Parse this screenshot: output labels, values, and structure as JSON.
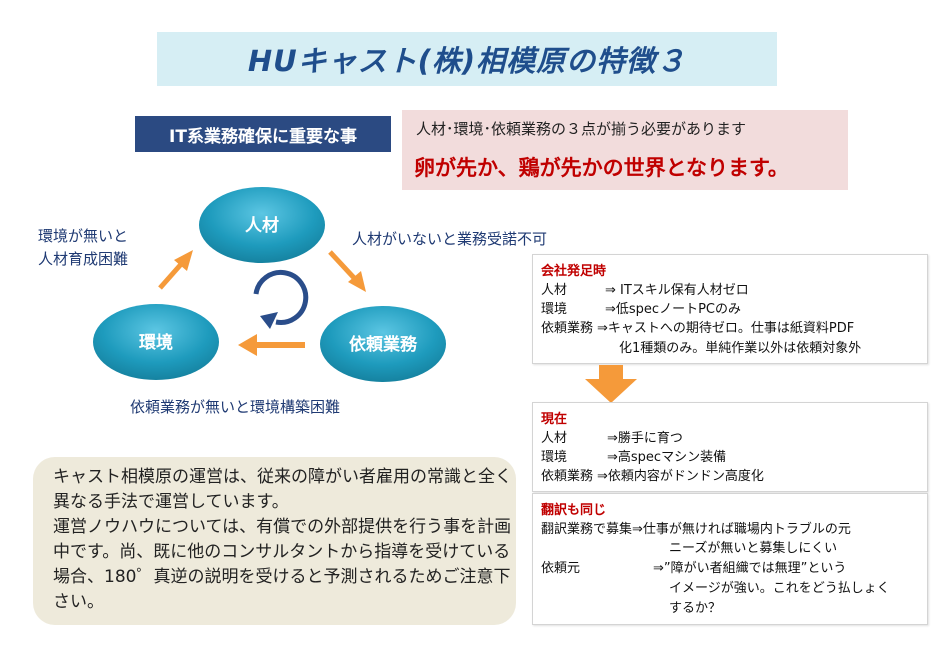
{
  "title": "HUキャスト(株)相模原の特徴３",
  "key_label": "IT系業務確保に重要な事",
  "pink_box": {
    "line1": "人材･環境･依頼業務の３点が揃う必要があります",
    "line2": "卵が先か、鶏が先かの世界となります。"
  },
  "cycle": {
    "node_top": "人材",
    "node_left": "環境",
    "node_right": "依頼業務",
    "label_left_1": "環境が無いと",
    "label_left_2": "人材育成困難",
    "label_right": "人材がいないと業務受諾不可",
    "label_bottom": "依頼業務が無いと環境構築困難",
    "colors": {
      "node": "#1e9bbd",
      "arrow": "#f59a3a",
      "cycle_arrow": "#2a4d8a"
    }
  },
  "operation_box": {
    "para1": "キャスト相模原の運営は、従来の障がい者雇用の常識と全く異なる手法で運営しています。",
    "para2": "運営ノウハウについては、有償での外部提供を行う事を計画中です。尚、既に他のコンサルタントから指導を受けている場合、180゜真逆の説明を受けると予測されるためご注意下さい。"
  },
  "founding": {
    "title": "会社発足時",
    "rows": [
      {
        "label": "人材",
        "value": "⇒ ITスキル保有人材ゼロ"
      },
      {
        "label": "環境",
        "value": "⇒低specノートPCのみ"
      },
      {
        "label": "依頼業務",
        "value": "⇒キャストへの期待ゼロ。仕事は紙資料PDF"
      }
    ],
    "continuation": "化1種類のみ。単純作業以外は依頼対象外"
  },
  "current": {
    "title": "現在",
    "rows": [
      {
        "label": "人材",
        "value": "⇒勝手に育つ"
      },
      {
        "label": "環境",
        "value": "⇒高specマシン装備"
      },
      {
        "label": "依頼業務",
        "value": "⇒依頼内容がドンドン高度化"
      }
    ]
  },
  "translation": {
    "title": "翻訳も同じ",
    "row1": "翻訳業務で募集⇒仕事が無ければ職場内トラブルの元",
    "row2": "ニーズが無いと募集しにくい",
    "row3_label": "依頼元",
    "row3_value": "⇒”障がい者組織では無理”という",
    "row4": "イメージが強い。これをどう払しょく",
    "row5": "するか？"
  },
  "arrow_color": "#f59a3a"
}
